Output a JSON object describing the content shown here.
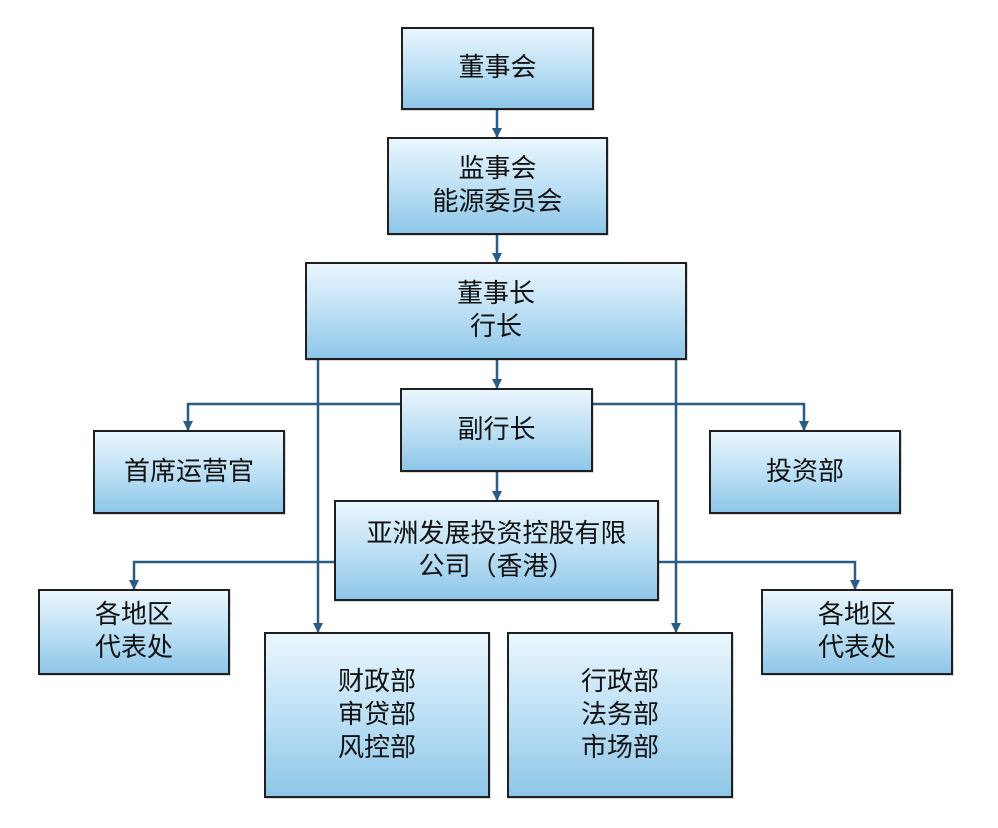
{
  "colors": {
    "connector": "#2a5d86",
    "box_top": "#eaf6fd",
    "box_bottom": "#8ec6e8",
    "border": "#1f1f1f"
  },
  "nodes": {
    "board": {
      "lines": [
        "董事会"
      ]
    },
    "supervisory": {
      "lines": [
        "监事会",
        "能源委员会"
      ]
    },
    "chairman": {
      "lines": [
        "董事长",
        "行长"
      ]
    },
    "vice_president": {
      "lines": [
        "副行长"
      ]
    },
    "coo": {
      "lines": [
        "首席运营官"
      ]
    },
    "investment": {
      "lines": [
        "投资部"
      ]
    },
    "asia_company": {
      "lines": [
        "亚洲发展投资控股有限",
        "公司（香港）"
      ]
    },
    "offices_left": {
      "lines": [
        "各地区",
        "代表处"
      ]
    },
    "offices_right": {
      "lines": [
        "各地区",
        "代表处"
      ]
    },
    "finance_group": {
      "lines": [
        "财政部",
        "审贷部",
        "风控部"
      ]
    },
    "admin_group": {
      "lines": [
        "行政部",
        "法务部",
        "市场部"
      ]
    }
  },
  "edges": [
    {
      "from": "board",
      "to": "supervisory"
    },
    {
      "from": "supervisory",
      "to": "chairman"
    },
    {
      "from": "chairman",
      "to": "vice_president"
    },
    {
      "from": "chairman",
      "to": "finance_group"
    },
    {
      "from": "chairman",
      "to": "admin_group"
    },
    {
      "from": "vice_president",
      "to": "coo"
    },
    {
      "from": "vice_president",
      "to": "investment"
    },
    {
      "from": "vice_president",
      "to": "asia_company"
    },
    {
      "from": "asia_company",
      "to": "offices_left"
    },
    {
      "from": "asia_company",
      "to": "offices_right"
    }
  ]
}
